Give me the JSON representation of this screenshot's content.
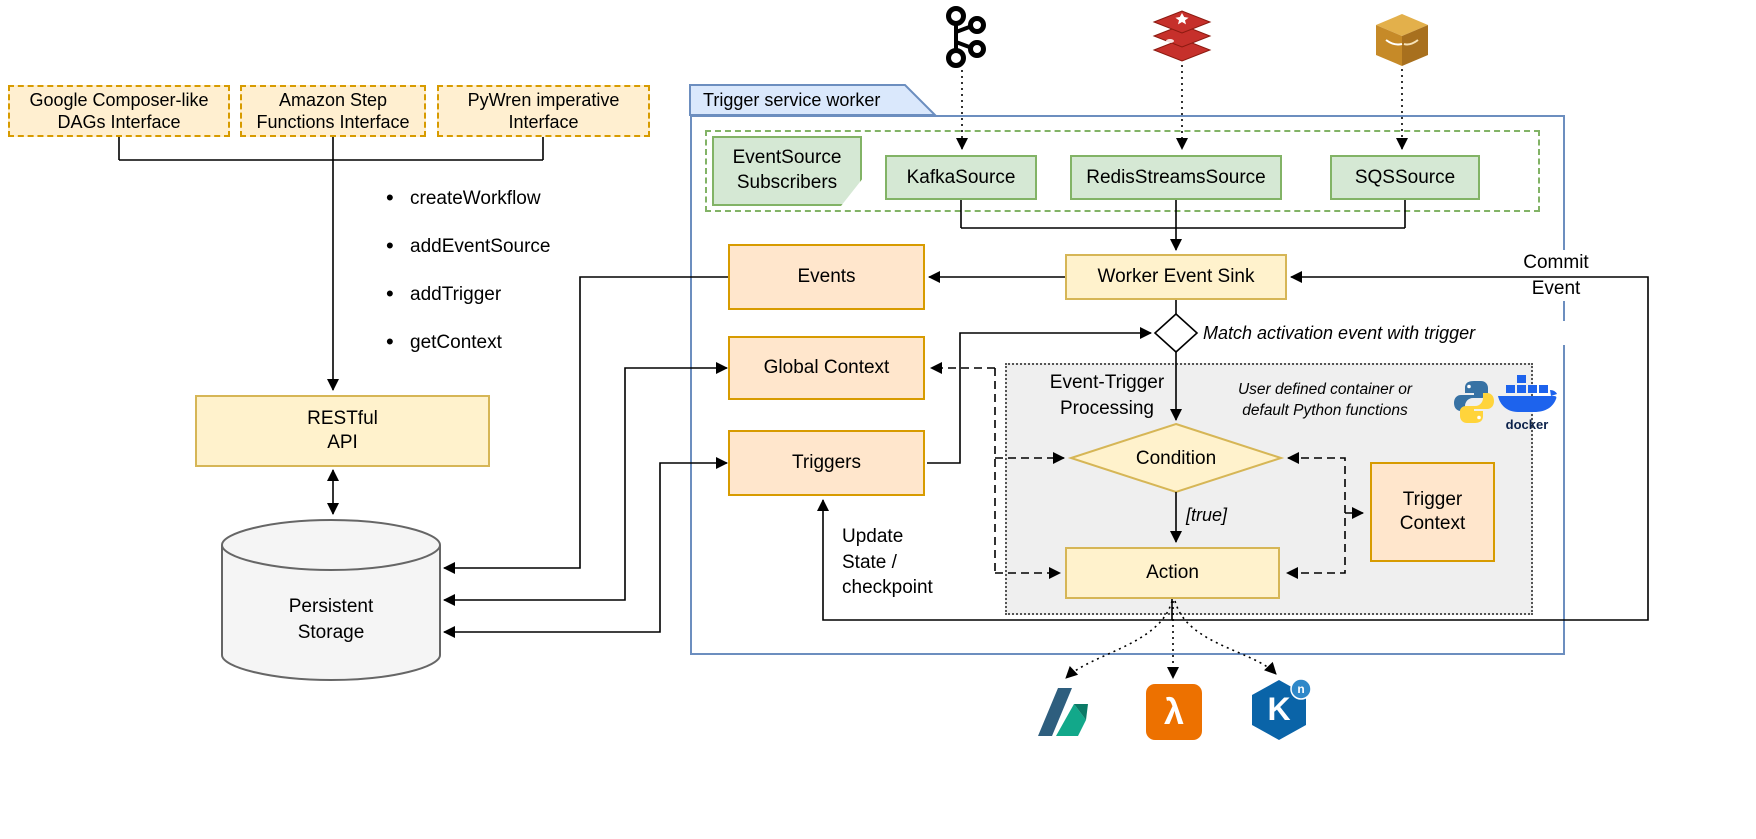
{
  "colors": {
    "yellow_fill": "#FFF2CC",
    "yellow_border": "#D6B656",
    "orange_fill": "#FFE6CC",
    "orange_border": "#D79B00",
    "green_fill": "#D5E8D4",
    "green_border": "#82B366",
    "blue_fill": "#DAE8FC",
    "blue_border": "#6C8EBF",
    "storage_fill": "#F5F5F5",
    "processing_fill": "#EFEFEF"
  },
  "interfaces": [
    "Google Composer-like\nDAGs Interface",
    "Amazon Step\nFunctions Interface",
    "PyWren imperative\nInterface"
  ],
  "api_methods": [
    "createWorkflow",
    "addEventSource",
    "addTrigger",
    "getContext"
  ],
  "restful_api_label": "RESTful\nAPI",
  "persistent_storage_label": "Persistent\nStorage",
  "worker": {
    "title": "Trigger service worker",
    "subscribers_label": "EventSource\nSubscribers",
    "sources": [
      "KafkaSource",
      "RedisStreamsSource",
      "SQSSource"
    ],
    "event_sink_label": "Worker Event Sink",
    "commit_event_label": "Commit\nEvent",
    "events_label": "Events",
    "global_context_label": "Global Context",
    "triggers_label": "Triggers",
    "match_note": "Match activation event with trigger",
    "processing_title": "Event-Trigger\nProcessing",
    "user_defined_note": "User defined container or\ndefault Python functions",
    "condition_label": "Condition",
    "true_guard": "[true]",
    "action_label": "Action",
    "trigger_context_label": "Trigger\nContext",
    "update_state_label": "Update\nState /\ncheckpoint"
  },
  "icons": {
    "docker_wordmark": "docker",
    "lambda_glyph": "λ",
    "knative_letter": "K",
    "knative_sup": "n"
  }
}
